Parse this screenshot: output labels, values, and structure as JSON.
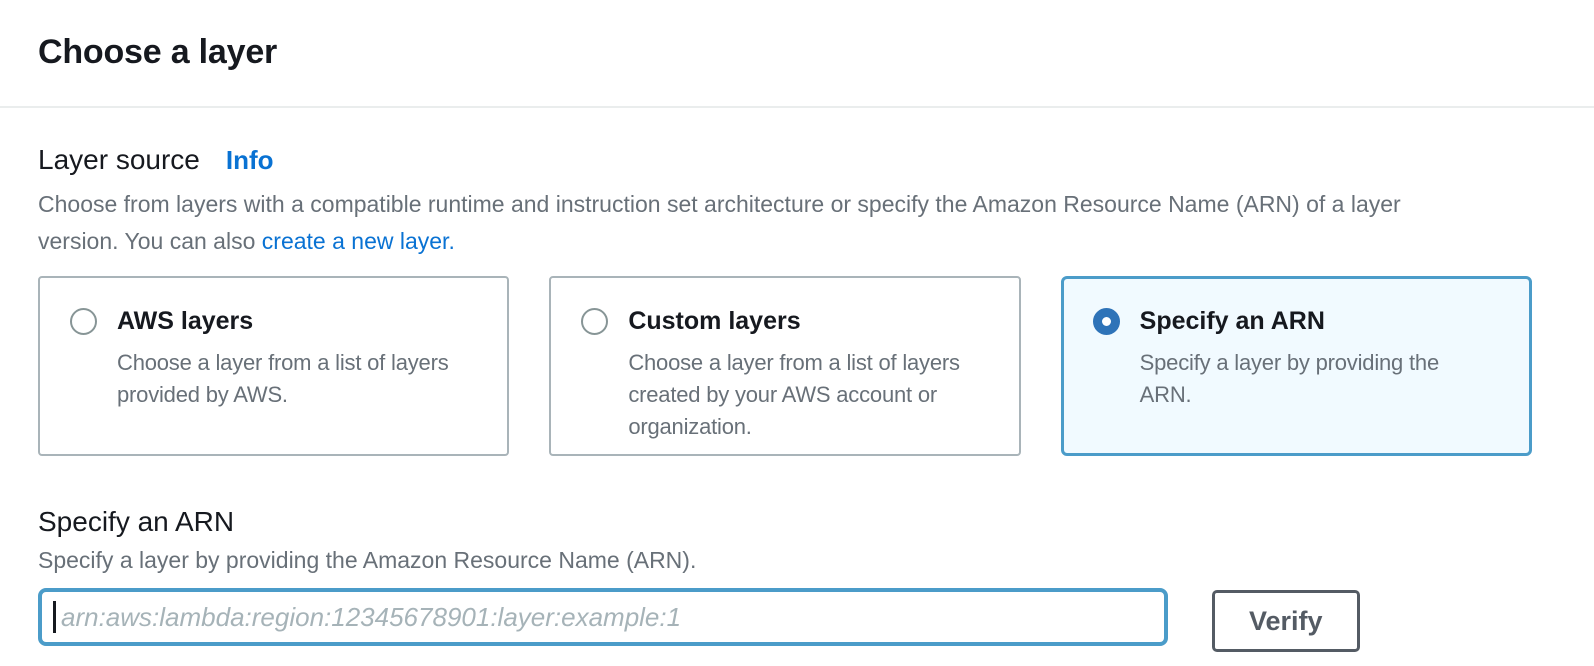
{
  "header": {
    "title": "Choose a layer"
  },
  "layer_source": {
    "label": "Layer source",
    "info_label": "Info",
    "description_line1": "Choose from layers with a compatible runtime and instruction set architecture or specify the Amazon Resource Name (ARN) of a layer",
    "description_line2_prefix": "version. You can also ",
    "create_link_label": "create a new layer."
  },
  "cards": [
    {
      "title": "AWS layers",
      "description": "Choose a layer from a list of layers provided by AWS.",
      "selected": false
    },
    {
      "title": "Custom layers",
      "description": "Choose a layer from a list of layers created by your AWS account or organization.",
      "selected": false
    },
    {
      "title": "Specify an ARN",
      "description": "Specify a layer by providing the ARN.",
      "selected": true
    }
  ],
  "arn_section": {
    "label": "Specify an ARN",
    "description": "Specify a layer by providing the Amazon Resource Name (ARN).",
    "input_value": "",
    "input_placeholder": "arn:aws:lambda:region:12345678901:layer:example:1",
    "verify_label": "Verify"
  },
  "colors": {
    "link_blue": "#0972d3",
    "selected_card_border": "#4b9cc9",
    "selected_card_bg": "#f1faff",
    "radio_selected_blue": "#2e73b8",
    "card_border_gray": "#a9b4b9",
    "text_dark": "#16191f",
    "text_gray": "#687078",
    "button_gray": "#545b64",
    "divider_gray": "#eaeded"
  }
}
